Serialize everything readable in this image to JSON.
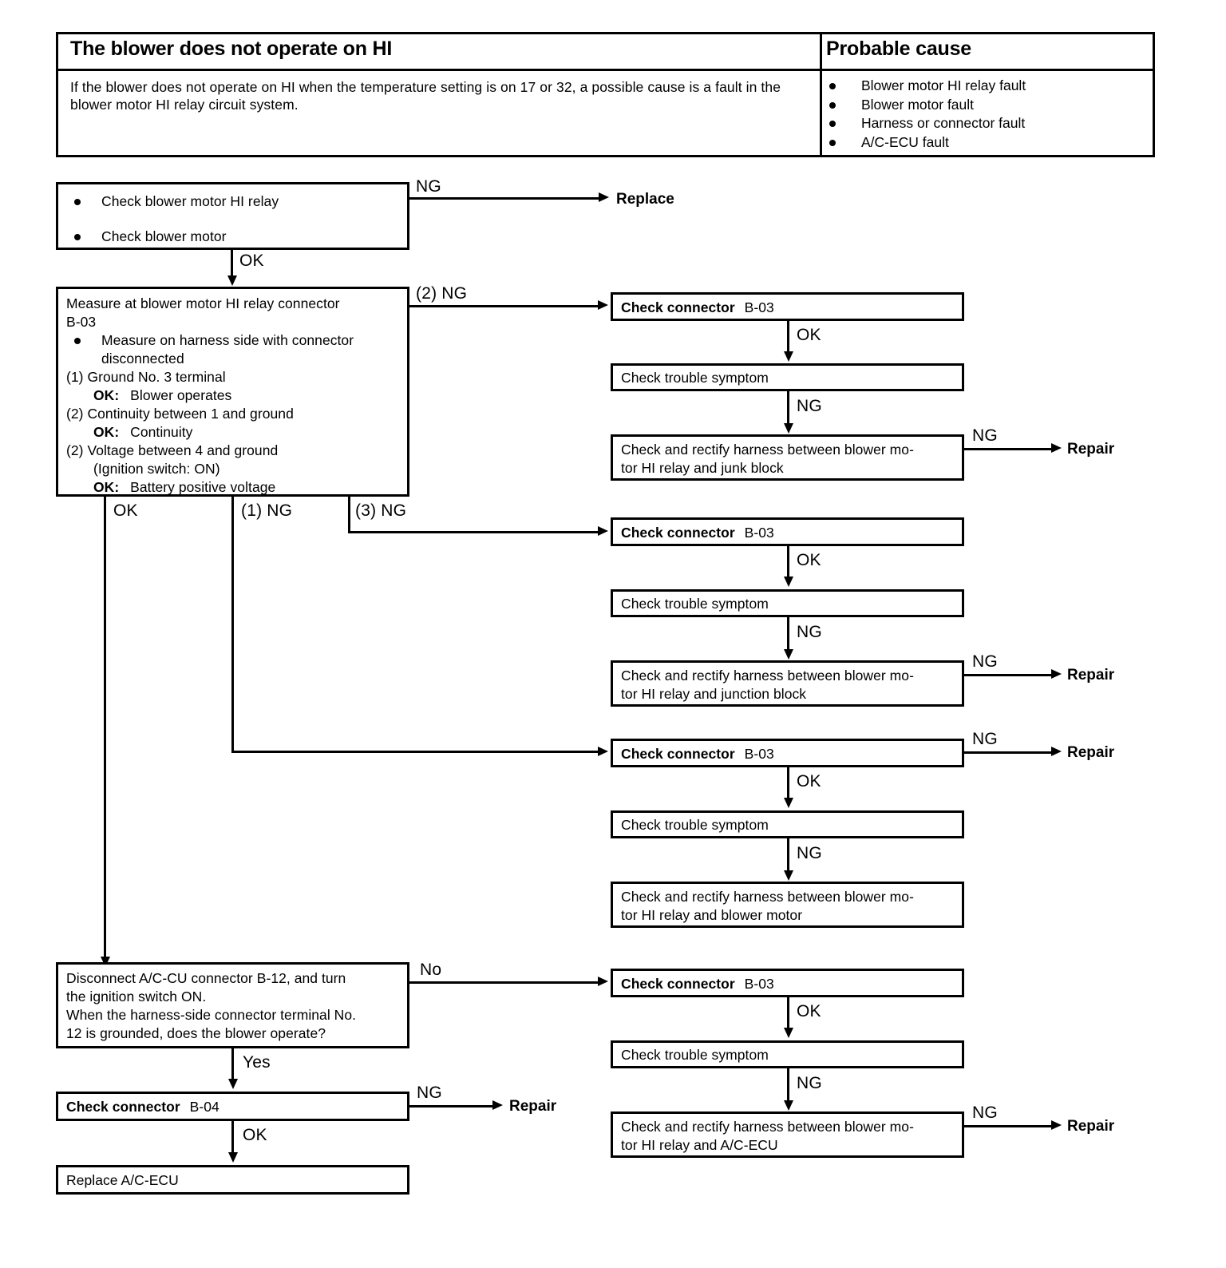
{
  "header": {
    "title": "The blower does not operate on HI",
    "description": "If the blower does not operate on HI when the temperature setting is on 17 or 32, a possible cause is a fault in the blower motor HI relay circuit system.",
    "cause_title": "Probable cause",
    "causes": [
      "Blower motor HI relay fault",
      "Blower motor fault",
      "Harness or connector fault",
      "A/C-ECU fault"
    ]
  },
  "flow": {
    "check_relay_box": {
      "item1": "Check blower motor HI relay",
      "item2": "Check blower motor"
    },
    "measure_box": {
      "line1": "Measure at blower motor HI relay connector",
      "line2": "B-03",
      "bullet1": "Measure on harness side with connector disconnected",
      "step1": "(1) Ground No. 3 terminal",
      "step1_ok_label": "OK:",
      "step1_ok_value": "Blower operates",
      "step2": "(2) Continuity between 1 and ground",
      "step2_ok_label": "OK:",
      "step2_ok_value": "Continuity",
      "step3": "(2) Voltage between 4 and ground",
      "step3_sub": "(Ignition switch: ON)",
      "step3_ok_label": "OK:",
      "step3_ok_value": "Battery positive voltage"
    },
    "disconnect_box": {
      "line1": "Disconnect A/C-CU connector B-12, and turn",
      "line2": "the ignition switch ON.",
      "line3": "When the harness-side connector terminal No.",
      "line4": "12 is grounded, does the blower operate?"
    },
    "check_b04": {
      "bold": "Check connector",
      "rest": "B-04"
    },
    "replace_acecu": "Replace A/C-ECU",
    "groups": [
      {
        "connector": {
          "bold": "Check connector",
          "rest": "B-03"
        },
        "symptom": "Check trouble symptom",
        "harness_line1": "Check and rectify harness between blower mo-",
        "harness_line2": "tor HI relay and junk block"
      },
      {
        "connector": {
          "bold": "Check connector",
          "rest": "B-03"
        },
        "symptom": "Check trouble symptom",
        "harness_line1": "Check and rectify harness between blower mo-",
        "harness_line2": "tor HI relay and junction block"
      },
      {
        "connector": {
          "bold": "Check connector",
          "rest": "B-03"
        },
        "symptom": "Check trouble symptom",
        "harness_line1": "Check and rectify harness between blower mo-",
        "harness_line2": "tor HI relay and blower motor"
      },
      {
        "connector": {
          "bold": "Check connector",
          "rest": "B-03"
        },
        "symptom": "Check trouble symptom",
        "harness_line1": "Check and rectify harness between blower mo-",
        "harness_line2": "tor HI relay and A/C-ECU"
      }
    ],
    "labels": {
      "ng": "NG",
      "ok": "OK",
      "yes": "Yes",
      "no": "No",
      "ng2": "(2) NG",
      "ng1": "(1) NG",
      "ng3": "(3) NG",
      "replace": "Replace",
      "repair": "Repair"
    }
  }
}
